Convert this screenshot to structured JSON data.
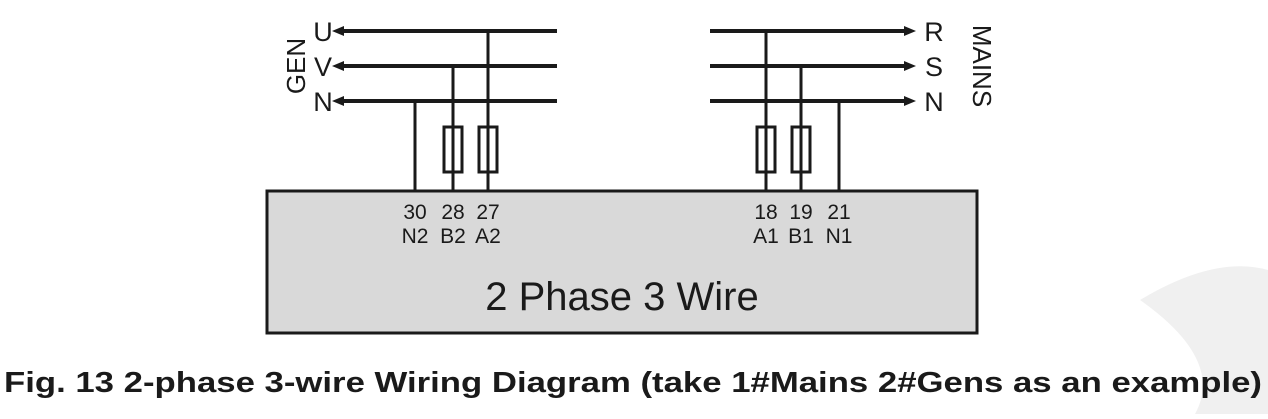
{
  "gen": {
    "label": "GEN",
    "lines": [
      "U",
      "V",
      "N"
    ]
  },
  "mains": {
    "label": "MAINS",
    "lines": [
      "R",
      "S",
      "N"
    ]
  },
  "controller": {
    "title": "2 Phase 3 Wire",
    "gen_terminal_numbers": [
      "30",
      "28",
      "27"
    ],
    "gen_terminal_names": [
      "N2",
      "B2",
      "A2"
    ],
    "mains_terminal_numbers": [
      "18",
      "19",
      "21"
    ],
    "mains_terminal_names": [
      "A1",
      "B1",
      "N1"
    ]
  },
  "caption": "Fig. 13 2-phase 3-wire Wiring Diagram (take 1#Mains 2#Gens as an example)",
  "colors": {
    "line": "#1a1a1a",
    "box_fill": "#d9d9d9",
    "watermark": "#f0f0f0"
  }
}
